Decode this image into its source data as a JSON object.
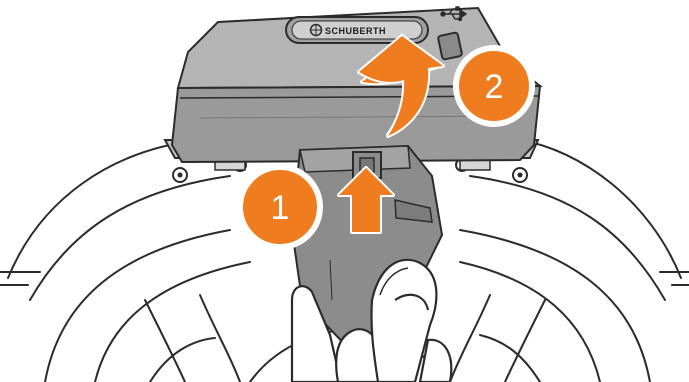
{
  "device": {
    "brand_label": "SCHUBERTH",
    "port_icon": "usb-icon"
  },
  "steps": [
    {
      "number": "1",
      "action": "push-up-arrow"
    },
    {
      "number": "2",
      "action": "curved-lift-arrow"
    }
  ],
  "colors": {
    "accent_orange": "#EF7D1F",
    "device_gray": "#9A9A9A",
    "mount_plate_gray": "#8C8C8C",
    "outline": "#2B2B2B",
    "background": "#FFFFFF"
  }
}
